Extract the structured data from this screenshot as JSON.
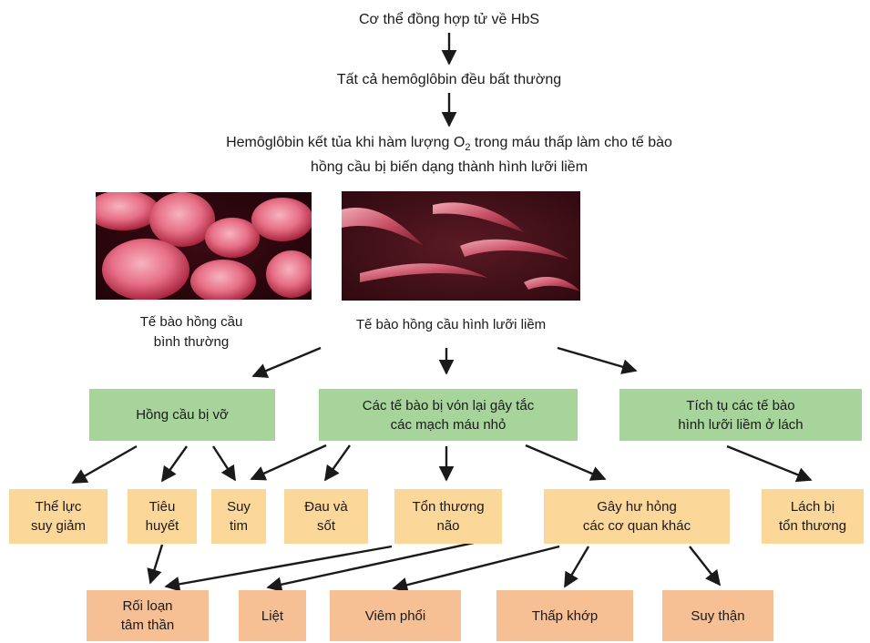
{
  "flow": {
    "step1": "Cơ thể đồng hợp tử về HbS",
    "step2": "Tất cả hemôglôbin đều bất thường",
    "step3_line1_a": "Hemôglôbin kết tủa khi hàm lượng O",
    "step3_line1_sub": "2",
    "step3_line1_b": " trong máu thấp làm cho tế bào",
    "step3_line2": "hồng cầu bị biến dạng thành hình lưỡi liềm"
  },
  "images": {
    "normal_caption_l1": "Tế bào hồng cầu",
    "normal_caption_l2": "bình thường",
    "sickle_caption": "Tế bào hồng cầu hình lưỡi liềm"
  },
  "level1": {
    "burst": "Hồng cầu bị vỡ",
    "clump_l1": "Các tế bào bị vón lại gây tắc",
    "clump_l2": "các mạch máu nhỏ",
    "spleen_l1": "Tích tụ các tế bào",
    "spleen_l2": "hình lưỡi liềm ở lách"
  },
  "level2": {
    "weak_l1": "Thể lực",
    "weak_l2": "suy giảm",
    "anemia_l1": "Tiêu",
    "anemia_l2": "huyết",
    "heart_l1": "Suy",
    "heart_l2": "tim",
    "pain_l1": "Đau và",
    "pain_l2": "sốt",
    "brain_l1": "Tổn thương",
    "brain_l2": "não",
    "organs_l1": "Gây hư hỏng",
    "organs_l2": "các cơ quan khác",
    "spleen_dmg_l1": "Lách bị",
    "spleen_dmg_l2": "tổn thương"
  },
  "level3": {
    "mental_l1": "Rối loạn",
    "mental_l2": "tâm thần",
    "paralysis": "Liệt",
    "pneumonia": "Viêm phổi",
    "rheumatism": "Thấp khớp",
    "kidney": "Suy thận"
  },
  "colors": {
    "green": "#a6d49a",
    "yellow": "#fbd79a",
    "salmon": "#f6bf94",
    "arrow": "#1a1a1a"
  }
}
